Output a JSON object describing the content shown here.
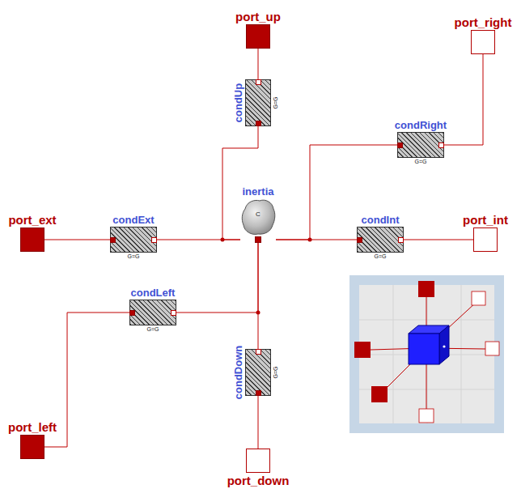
{
  "diagram": {
    "nodes": [
      {
        "text": [
          "port_up"
        ]
      },
      {
        "text": [
          "port_right"
        ]
      },
      {
        "text": [
          "condUp",
          "G=G"
        ]
      },
      {
        "text": [
          "condRight",
          "G=G"
        ]
      },
      {
        "text": [
          "inertia",
          "C"
        ]
      },
      {
        "text": [
          "port_ext"
        ]
      },
      {
        "text": [
          "condExt",
          "G=G"
        ]
      },
      {
        "text": [
          "condInt",
          "G=G"
        ]
      },
      {
        "text": [
          "port_int"
        ]
      },
      {
        "text": [
          "condLeft",
          "G=G"
        ]
      },
      {
        "text": [
          "condDown",
          "G=G"
        ]
      },
      {
        "text": [
          "port_left"
        ]
      },
      {
        "text": [
          "port_down"
        ]
      }
    ],
    "edges": [
      {
        "from": 0,
        "to": 2,
        "arrow": "none"
      },
      {
        "from": 3,
        "to": 1,
        "arrow": "none"
      },
      {
        "from": 2,
        "to": 4,
        "arrow": "none"
      },
      {
        "from": 4,
        "to": 3,
        "arrow": "none"
      },
      {
        "from": 5,
        "to": 6,
        "arrow": "none"
      },
      {
        "from": 6,
        "to": 4,
        "arrow": "none"
      },
      {
        "from": 4,
        "to": 7,
        "arrow": "none"
      },
      {
        "from": 7,
        "to": 8,
        "arrow": "none"
      },
      {
        "from": 9,
        "to": 4,
        "arrow": "none"
      },
      {
        "from": 4,
        "to": 10,
        "arrow": "none"
      },
      {
        "from": 11,
        "to": 9,
        "arrow": "none"
      },
      {
        "from": 10,
        "to": 12,
        "arrow": "none"
      }
    ]
  }
}
